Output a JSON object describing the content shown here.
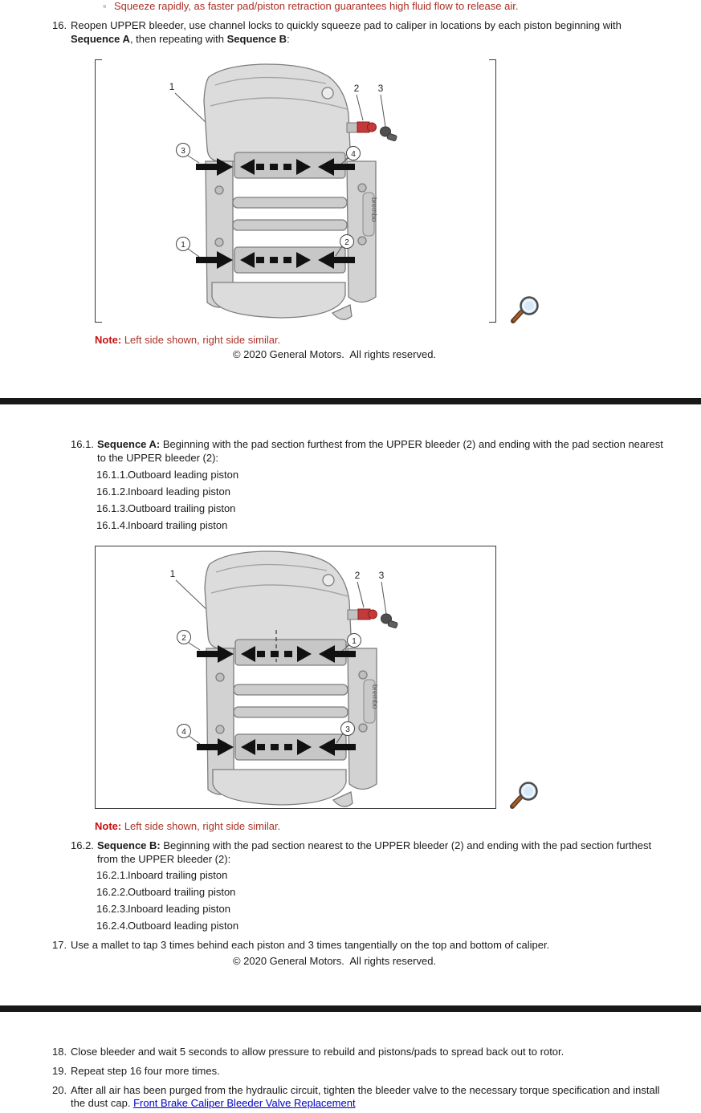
{
  "colors": {
    "warning_red": "#ab2f26",
    "note_label_red": "#c41111",
    "link_blue": "#0000cc",
    "divider_black": "#181818",
    "bleeder_valve_red": "#c43a3a"
  },
  "bullet": {
    "marker": "◦",
    "text": "Squeeze rapidly, as faster pad/piston retraction guarantees high fluid flow to release air."
  },
  "step16": {
    "num": "16.",
    "t1": "Reopen UPPER bleeder, use channel locks to quickly squeeze pad to caliper in locations by each piston beginning with ",
    "b1": "Sequence A",
    "t2": ", then repeating with ",
    "b2": "Sequence B",
    "t3": ":"
  },
  "figure1": {
    "callout1": "1",
    "callout2": "2",
    "callout3": "3",
    "circle_tl": "3",
    "circle_tr": "4",
    "circle_bl": "1",
    "circle_br": "2",
    "badge": "brembo"
  },
  "note": {
    "label": "Note:",
    "text": " Left side shown, right side similar."
  },
  "copyright": "© 2020 General Motors.  All rights reserved.",
  "step16_1": {
    "num": "16.1.",
    "b": "Sequence A:",
    "t": " Beginning with the pad section furthest from the UPPER bleeder (2) and ending with the pad section nearest to the UPPER bleeder (2):",
    "substeps": [
      {
        "num": "16.1.1.",
        "text": "Outboard leading piston"
      },
      {
        "num": "16.1.2.",
        "text": "Inboard leading piston"
      },
      {
        "num": "16.1.3.",
        "text": "Outboard trailing piston"
      },
      {
        "num": "16.1.4.",
        "text": "Inboard trailing piston"
      }
    ]
  },
  "figure2": {
    "callout1": "1",
    "callout2": "2",
    "callout3": "3",
    "circle_tl": "2",
    "circle_tr": "1",
    "circle_bl": "4",
    "circle_br": "3",
    "badge": "brembo"
  },
  "step16_2": {
    "num": "16.2.",
    "b": "Sequence B:",
    "t": " Beginning with the pad section nearest to the UPPER bleeder (2) and ending with the pad section furthest from the UPPER bleeder (2):",
    "substeps": [
      {
        "num": "16.2.1.",
        "text": "Inboard trailing piston"
      },
      {
        "num": "16.2.2.",
        "text": "Outboard trailing piston"
      },
      {
        "num": "16.2.3.",
        "text": "Inboard leading piston"
      },
      {
        "num": "16.2.4.",
        "text": "Outboard leading piston"
      }
    ]
  },
  "step17": {
    "num": "17.",
    "text": "Use a mallet to tap 3 times behind each piston and 3 times tangentially on the top and bottom of caliper."
  },
  "step18": {
    "num": "18.",
    "text": "Close bleeder and wait 5 seconds to allow pressure to rebuild and pistons/pads to spread back out to rotor."
  },
  "step19": {
    "num": "19.",
    "text": "Repeat step 16 four more times."
  },
  "step20": {
    "num": "20.",
    "text": "After all air has been purged from the hydraulic circuit, tighten the bleeder valve to the necessary torque specification and install the dust cap. ",
    "link": "Front Brake Caliper Bleeder Valve Replacement"
  },
  "icons": {
    "magnifier": "magnifier-zoom",
    "squeeze_arrows": "black-direction-arrows"
  }
}
